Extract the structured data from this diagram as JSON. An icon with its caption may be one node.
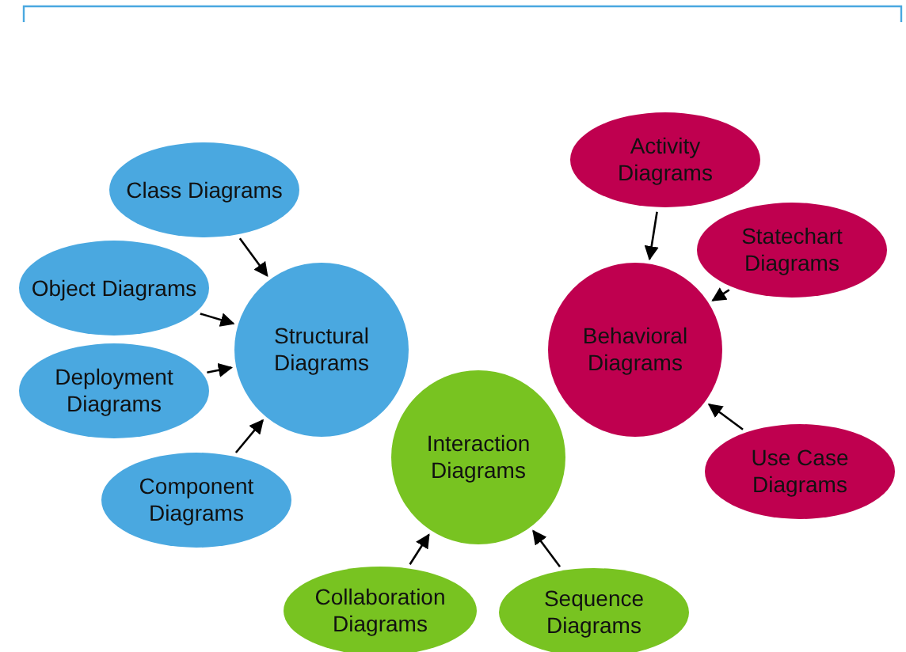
{
  "diagram": {
    "nodes": [
      {
        "text": [
          "Class Diagrams"
        ]
      },
      {
        "text": [
          "Object Diagrams"
        ]
      },
      {
        "text": [
          "Deployment Diagrams"
        ]
      },
      {
        "text": [
          "Component Diagrams"
        ]
      },
      {
        "text": [
          "Structural Diagrams"
        ]
      },
      {
        "text": [
          "Activity Diagrams"
        ]
      },
      {
        "text": [
          "Statechart Diagrams"
        ]
      },
      {
        "text": [
          "Behavioral Diagrams"
        ]
      },
      {
        "text": [
          "Use Case Diagrams"
        ]
      },
      {
        "text": [
          "Interaction Diagrams"
        ]
      },
      {
        "text": [
          "Collaboration Diagrams"
        ]
      },
      {
        "text": [
          "Sequence Diagrams"
        ]
      }
    ],
    "edges": [
      {
        "from": 0,
        "to": 4,
        "arrow": "to"
      },
      {
        "from": 1,
        "to": 4,
        "arrow": "to"
      },
      {
        "from": 2,
        "to": 4,
        "arrow": "to"
      },
      {
        "from": 3,
        "to": 4,
        "arrow": "to"
      },
      {
        "from": 5,
        "to": 7,
        "arrow": "to"
      },
      {
        "from": 6,
        "to": 7,
        "arrow": "to"
      },
      {
        "from": 8,
        "to": 7,
        "arrow": "to"
      },
      {
        "from": 10,
        "to": 9,
        "arrow": "to"
      },
      {
        "from": 11,
        "to": 9,
        "arrow": "to"
      }
    ]
  }
}
